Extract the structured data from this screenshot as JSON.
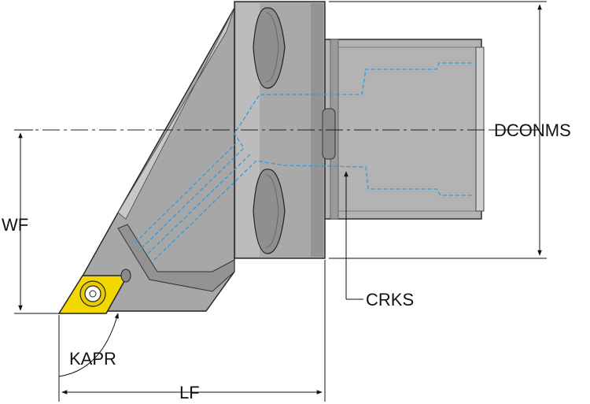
{
  "labels": {
    "dconms": "DCONMS",
    "wf": "WF",
    "crks": "CRKS",
    "kapr": "KAPR",
    "lf": "LF"
  },
  "colors": {
    "body_gray": "#a6a6a6",
    "body_light": "#c4c4c4",
    "body_dark": "#7a7a7a",
    "insert_yellow": "#f2d700",
    "coolant_blue": "#3399dd",
    "line_dark": "#222222"
  }
}
